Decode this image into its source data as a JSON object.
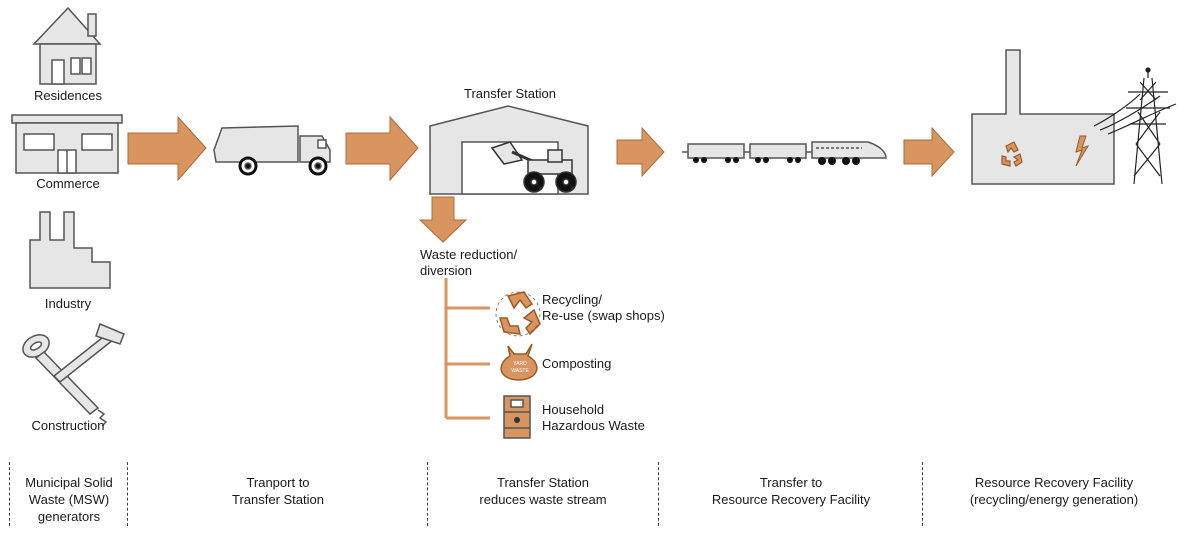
{
  "generators": {
    "residences": "Residences",
    "commerce": "Commerce",
    "industry": "Industry",
    "construction": "Construction"
  },
  "transfer_station": {
    "title": "Transfer Station"
  },
  "diversion": {
    "heading_line1": "Waste reduction/",
    "heading_line2": "diversion",
    "recycling_line1": "Recycling/",
    "recycling_line2": "Re-use (swap shops)",
    "composting": "Composting",
    "bag_text_line1": "YARD",
    "bag_text_line2": "WASTE",
    "hhw_line1": "Household",
    "hhw_line2": "Hazardous Waste"
  },
  "stages": [
    {
      "line1": "Municipal Solid",
      "line2": "Waste (MSW)",
      "line3": "generators"
    },
    {
      "line1": "Tranport to",
      "line2": "Transfer Station"
    },
    {
      "line1": "Transfer Station",
      "line2": "reduces waste stream"
    },
    {
      "line1": "Transfer to",
      "line2": "Resource Recovery Facility"
    },
    {
      "line1": "Resource Recovery Facility",
      "line2": "(recycling/energy generation)"
    }
  ],
  "colors": {
    "arrow_fill": "#D9955F",
    "arrow_stroke": "#B06A35",
    "building_fill": "#E6E6E6",
    "outline": "#555555",
    "branch_line": "#D9955F"
  }
}
